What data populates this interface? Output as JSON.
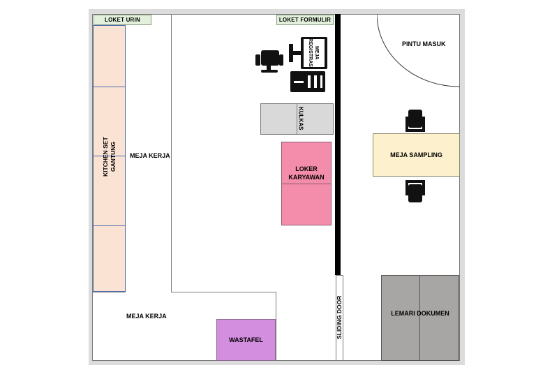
{
  "labels": {
    "loket_urin": "LOKET URIN",
    "loket_formulir": "LOKET FORMULIR",
    "meja_registrasi": "MEJA REGISTRASI",
    "kulkas": "KULKAS",
    "loker_karyawan": "LOKER KARYAWAN",
    "kitchen_set": "KITCHEN SET GANTUNG",
    "meja_kerja_top": "MEJA KERJA",
    "meja_kerja_bottom": "MEJA KERJA",
    "wastafel": "WASTAFEL",
    "sliding_door": "SLIDING DOOR",
    "pintu_masuk": "PINTU MASUK",
    "meja_sampling": "MEJA SAMPLING",
    "lemari_dokumen": "LEMARI DOKUMEN"
  },
  "colors": {
    "loket_tag": "#e3f1dc",
    "kitchen_set": "#fbe3d3",
    "kulkas": "#d9d9d9",
    "loker_karyawan": "#f48cab",
    "wastafel": "#d48ee0",
    "meja_sampling": "#fdf0cc",
    "lemari_dokumen": "#a8a5a5",
    "wall": "#000000"
  },
  "icons": [
    "office-chair-icon",
    "computer-monitor-icon",
    "cpu-tower-icon",
    "chair-icon"
  ]
}
